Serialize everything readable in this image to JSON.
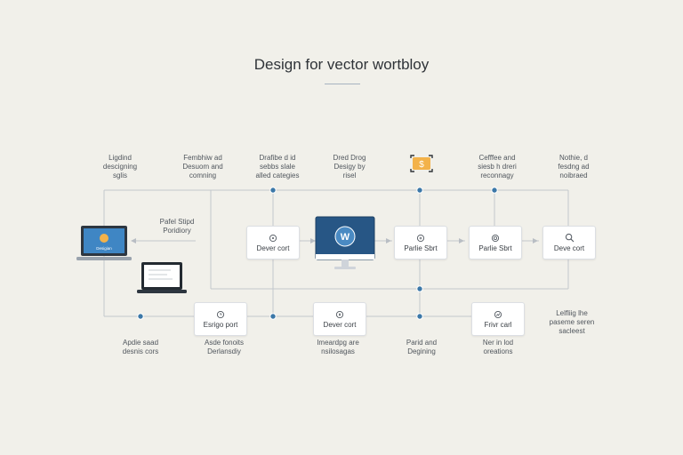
{
  "diagram": {
    "title": "Design for vector wortbloy",
    "top_labels": [
      "Ligdind\ndescigning\nsglis",
      "Fembhiw ad\nDesuom and\ncomning",
      "Drafibe d id\nsebbs slale\nalled categies",
      "Dred Drog\nDesigy by\nrisel",
      "Cefffee and\nsiesb h dreri\nreconnagy",
      "Nothie, d\nfesdng ad\nnoibraed"
    ],
    "bottom_labels": [
      "Apdie saad\ndesnis cors",
      "Asde fonoits\nDerlansdiy",
      "Imeardpg are\nnsilosagas",
      "Parid and\nDegining",
      "Ner in lod\noreations",
      "Lelfliig lhe\npaseme seren\nsacleest"
    ],
    "side_label": "Pafel Stipd\nPoridiory",
    "laptop_label": "Desigian",
    "monitor_glyph": "W",
    "badge_glyph": "$",
    "cards": [
      "Dever cort",
      "Parlie Sbrt",
      "Parlie Sbrt",
      "Deve cort",
      "Esrigo port",
      "Dever cort",
      "Frivr carl"
    ],
    "colors": {
      "background": "#f1f0ea",
      "line": "#c3c7cc",
      "node": "#3c78a8",
      "accent": "#f3b24a",
      "screen": "#275685"
    }
  }
}
